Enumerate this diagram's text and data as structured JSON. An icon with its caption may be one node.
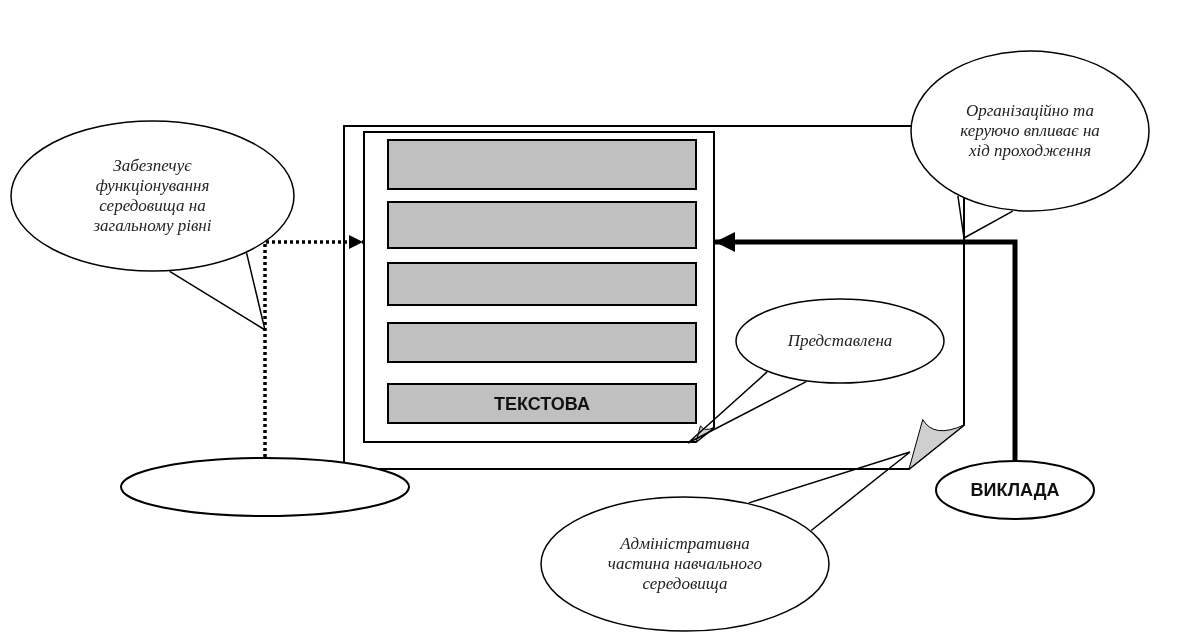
{
  "diagram": {
    "nodes": [
      {
        "text": [],
        "shape": "box"
      },
      {
        "text": [],
        "shape": "box",
        "in": 0
      },
      {
        "text": [],
        "shape": "bar",
        "in": 1
      },
      {
        "text": [],
        "shape": "bar",
        "in": 1
      },
      {
        "text": [],
        "shape": "bar",
        "in": 1
      },
      {
        "text": [],
        "shape": "bar",
        "in": 1
      },
      {
        "text": [
          "ТЕКСТОВА"
        ],
        "in": 1
      },
      {
        "text": [
          "Забезпечує функціонування середовища на загальному рівні"
        ]
      },
      {
        "text": [],
        "shape": "ellipse"
      },
      {
        "text": [
          "Представлена"
        ],
        "in": 0
      },
      {
        "text": [
          "Адміністративна частина навчального середовища"
        ]
      },
      {
        "text": [
          "Організаційно та керуючо впливає на хід проходження"
        ]
      },
      {
        "text": [
          "ВИКЛАДА"
        ]
      }
    ],
    "edges": [
      {
        "from": 8,
        "to": 1,
        "arrow": "to",
        "style": "dashed"
      },
      {
        "from": 12,
        "to": 1,
        "arrow": "to",
        "style": "thick"
      },
      {
        "from": 7,
        "to": null,
        "arrow": "none"
      },
      {
        "from": 9,
        "to": 1,
        "arrow": "none"
      },
      {
        "from": 10,
        "to": 0,
        "arrow": "none"
      },
      {
        "from": 11,
        "to": 0,
        "arrow": "none"
      }
    ]
  }
}
